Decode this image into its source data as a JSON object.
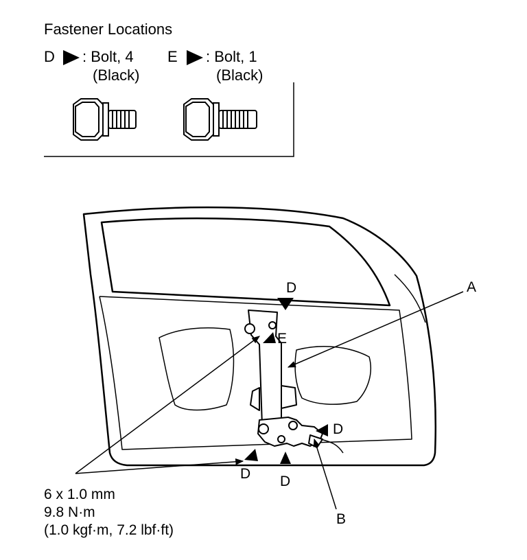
{
  "legend": {
    "title": "Fastener Locations",
    "items": [
      {
        "letter": "D",
        "desc": ": Bolt, 4",
        "color": "(Black)"
      },
      {
        "letter": "E",
        "desc": ": Bolt, 1",
        "color": "(Black)"
      }
    ]
  },
  "callouts": {
    "A": "A",
    "B": "B",
    "D": "D",
    "E": "E"
  },
  "torque_spec": {
    "size": "6 x 1.0 mm",
    "torque_nm": "9.8 N·m",
    "torque_alt": "(1.0 kgf·m, 7.2 lbf·ft)"
  }
}
